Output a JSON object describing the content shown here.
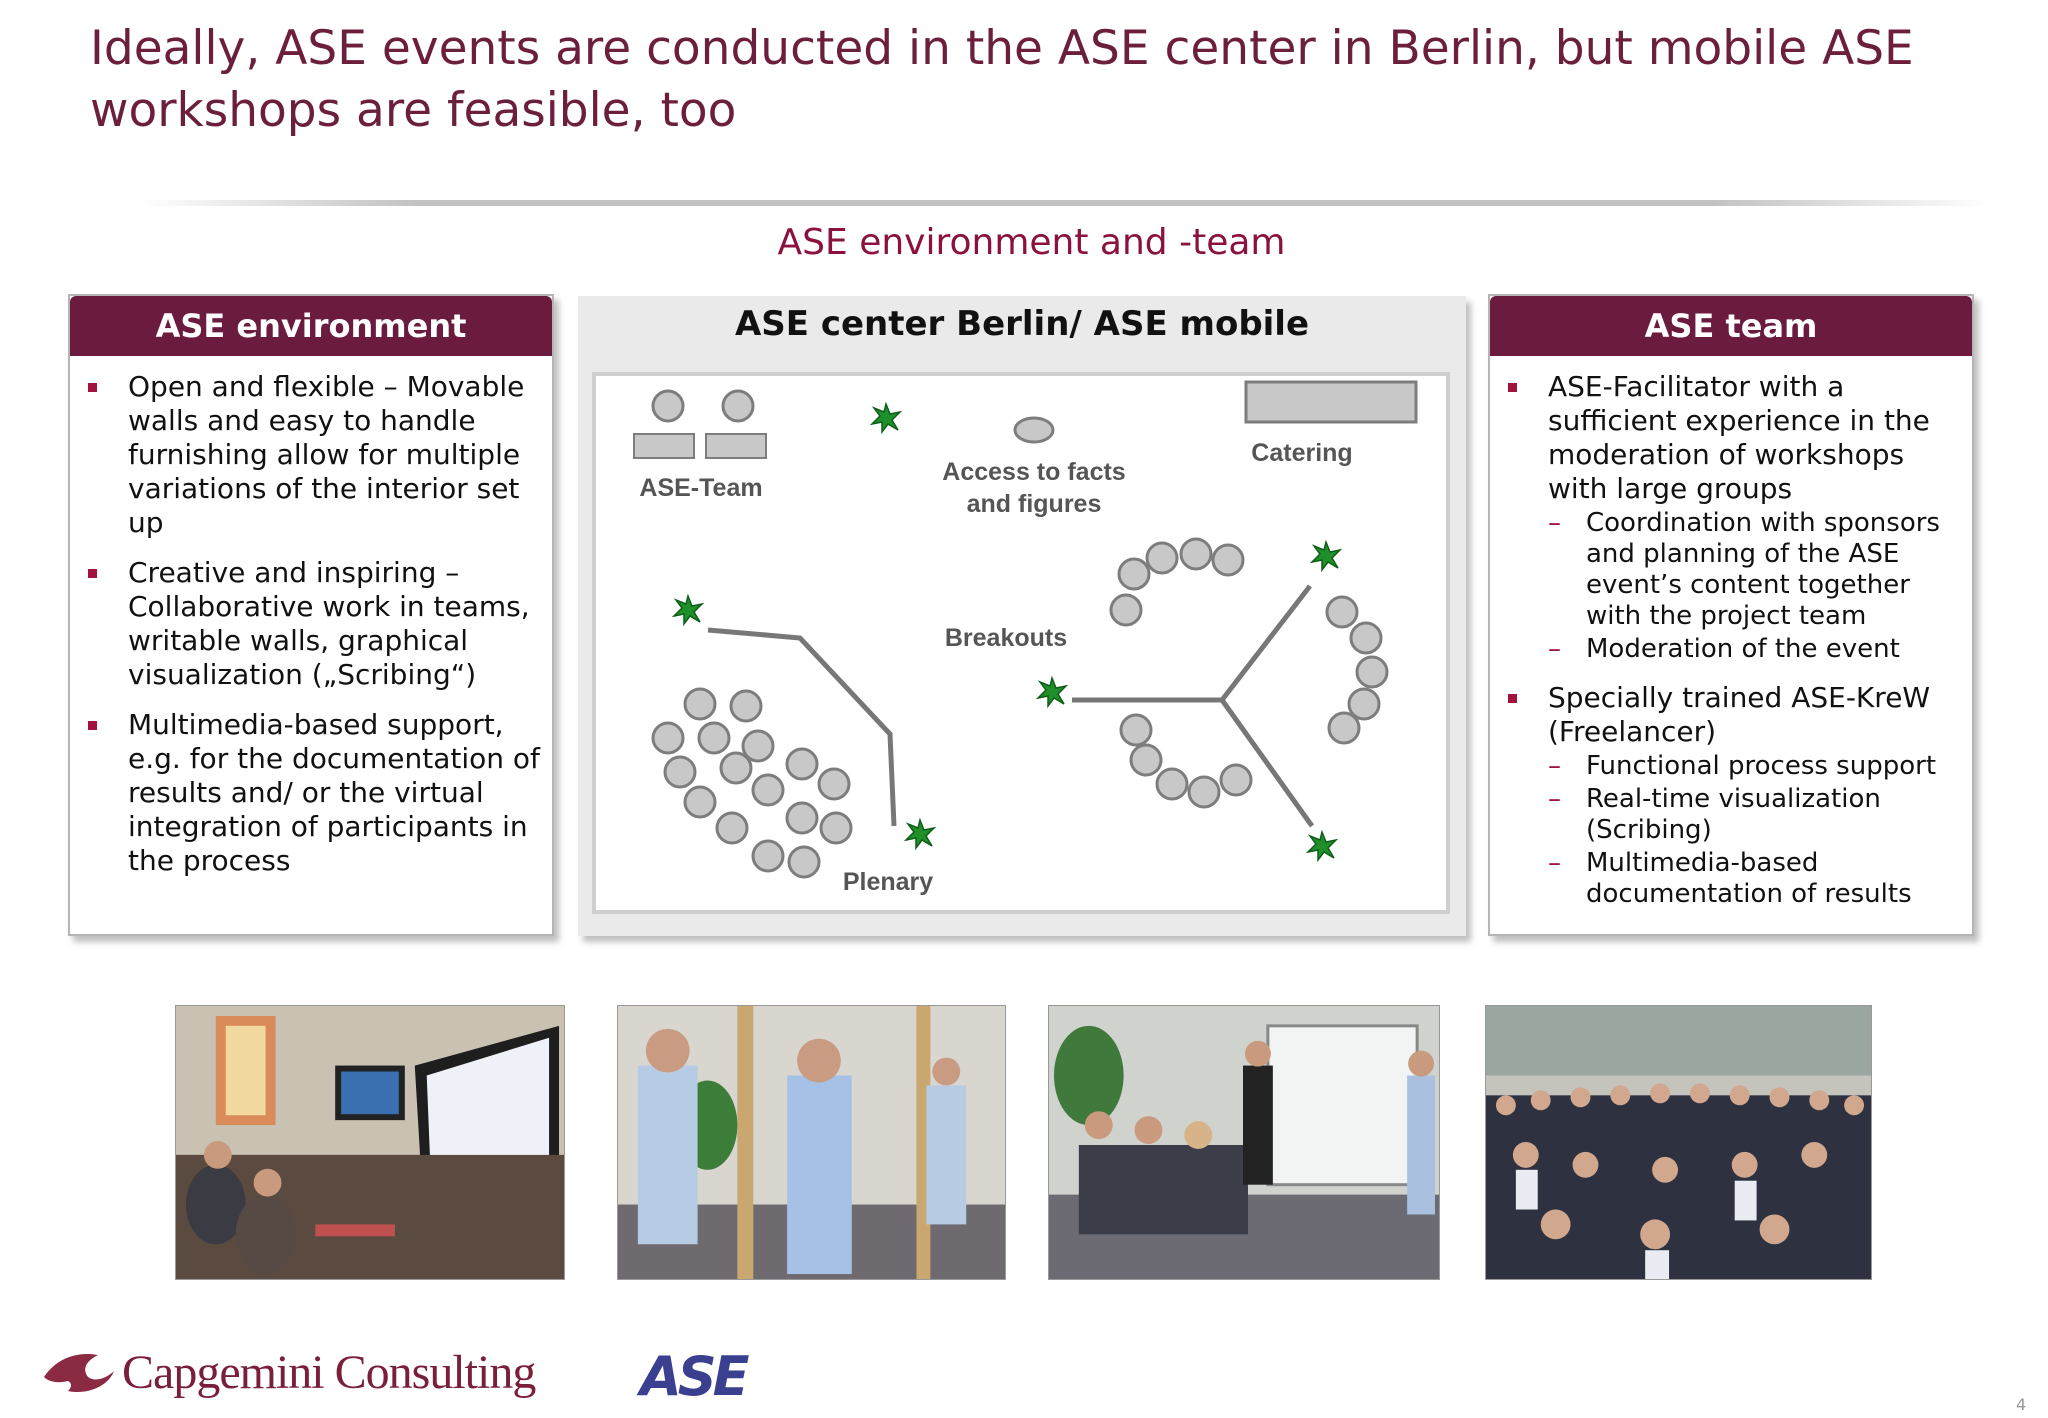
{
  "slide": {
    "title": "Ideally, ASE events are conducted in the ASE center in Berlin, but mobile ASE workshops are feasible, too",
    "subtitle": "ASE environment and -team",
    "page_number": "4"
  },
  "left_panel": {
    "heading": "ASE environment",
    "bullets": [
      "Open and flexible – Movable walls and easy to handle furnishing allow for multiple variations of the interior set up",
      "Creative and inspiring – Collaborative work in teams, writable walls, graphical visualization („Scribing“)",
      "Multimedia-based support, e.g. for the documentation of results and/ or the virtual integration of participants in the process"
    ]
  },
  "center_panel": {
    "heading": "ASE center Berlin/ ASE mobile",
    "labels": {
      "team": "ASE-Team",
      "facts": "Access to facts",
      "facts2": "and figures",
      "catering": "Catering",
      "breakouts": "Breakouts",
      "plenary": "Plenary"
    }
  },
  "right_panel": {
    "heading": "ASE team",
    "bullet1": "ASE-Facilitator with a sufficient experience in the moderation of workshops with large groups",
    "bullet1_sub": [
      "Coordination with sponsors and planning of the ASE event’s content together with the project team",
      "Moderation of the event"
    ],
    "bullet2": "Specially trained ASE-KreW (Freelancer)",
    "bullet2_sub": [
      "Functional process support",
      "Real-time visualization (Scribing)",
      "Multimedia-based documentation of results"
    ]
  },
  "photos": [
    {
      "name": "photo-presentation-screens"
    },
    {
      "name": "photo-team-discussion"
    },
    {
      "name": "photo-whiteboard-session"
    },
    {
      "name": "photo-plenary-audience"
    }
  ],
  "footer": {
    "company_logo_text": "Capgemini Consulting",
    "ase_logo_text": "ASE"
  },
  "colors": {
    "title": "#6b1f3d",
    "panel_header": "#6b1b3d",
    "bullet": "#a3123d",
    "accent": "#8b1240"
  }
}
